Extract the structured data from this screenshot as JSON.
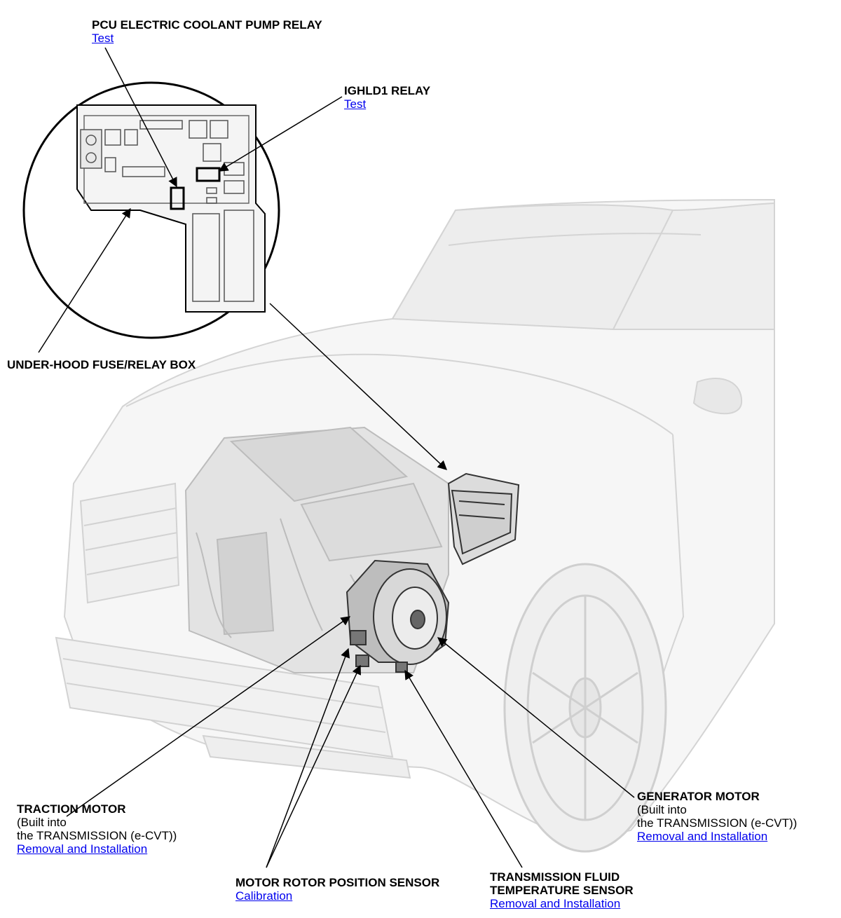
{
  "callouts": {
    "pcu_relay": {
      "title": "PCU ELECTRIC COOLANT PUMP RELAY",
      "link": "Test"
    },
    "ighld1_relay": {
      "title": "IGHLD1 RELAY",
      "link": "Test"
    },
    "fuse_box": {
      "title": "UNDER-HOOD FUSE/RELAY BOX"
    },
    "traction_motor": {
      "title": "TRACTION MOTOR",
      "note1": "(Built into",
      "note2": "the TRANSMISSION (e-CVT))",
      "link": "Removal and Installation"
    },
    "generator_motor": {
      "title": "GENERATOR MOTOR",
      "note1": "(Built into",
      "note2": "the TRANSMISSION (e-CVT))",
      "link": "Removal and Installation"
    },
    "rotor_sensor": {
      "title": "MOTOR ROTOR POSITION SENSOR",
      "link": "Calibration"
    },
    "fluid_temp_sensor": {
      "title1": "TRANSMISSION FLUID",
      "title2": "TEMPERATURE SENSOR",
      "link": "Removal and Installation"
    }
  },
  "colors": {
    "link": "#0000ee",
    "line": "#000000",
    "ghost_body": "#d9d9d9",
    "component": "#555555"
  }
}
